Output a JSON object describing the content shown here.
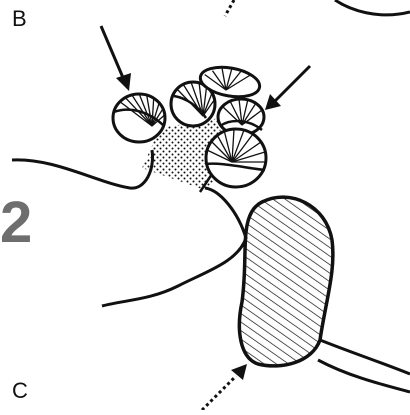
{
  "labels": {
    "panel_b": "B",
    "panel_c": "C",
    "figure_number": "2"
  },
  "colors": {
    "ink": "#111111",
    "figure_number": "#6e6e6e",
    "background": "#ffffff"
  }
}
